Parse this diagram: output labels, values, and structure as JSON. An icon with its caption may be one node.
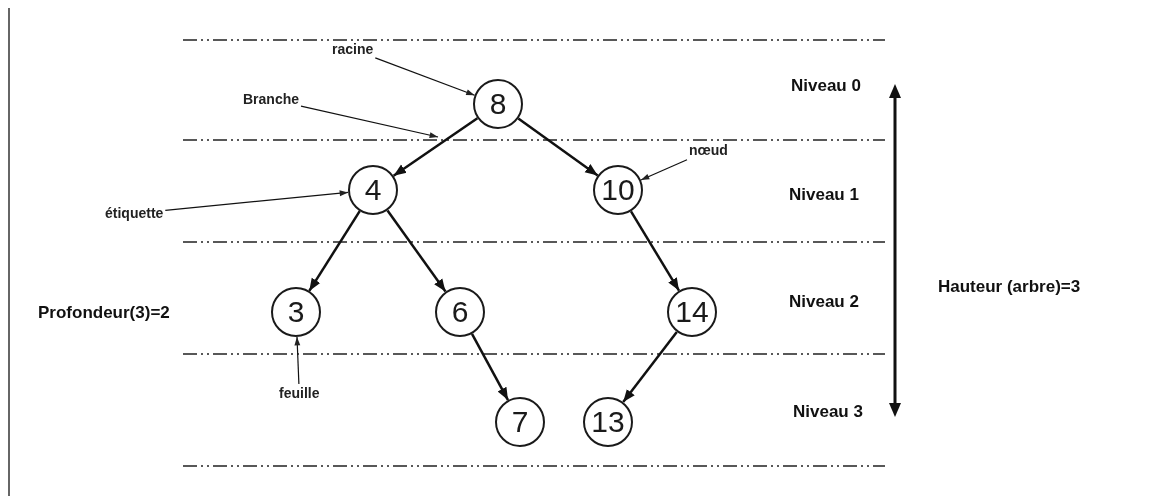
{
  "diagram": {
    "nodes": [
      {
        "text": [
          "8"
        ]
      },
      {
        "text": [
          "4"
        ]
      },
      {
        "text": [
          "10"
        ]
      },
      {
        "text": [
          "3"
        ]
      },
      {
        "text": [
          "6"
        ]
      },
      {
        "text": [
          "14"
        ]
      },
      {
        "text": [
          "7"
        ]
      },
      {
        "text": [
          "13"
        ]
      },
      {
        "text": [
          "racine"
        ]
      },
      {
        "text": [
          "Branche"
        ]
      },
      {
        "text": [
          "nœud"
        ]
      },
      {
        "text": [
          "étiquette"
        ]
      },
      {
        "text": [
          "feuille"
        ]
      }
    ],
    "edges": [
      {
        "from": 0,
        "to": 1,
        "arrow": "to"
      },
      {
        "from": 0,
        "to": 2,
        "arrow": "to"
      },
      {
        "from": 1,
        "to": 3,
        "arrow": "to"
      },
      {
        "from": 1,
        "to": 4,
        "arrow": "to"
      },
      {
        "from": 2,
        "to": 5,
        "arrow": "to"
      },
      {
        "from": 4,
        "to": 6,
        "arrow": "to"
      },
      {
        "from": 5,
        "to": 7,
        "arrow": "to"
      },
      {
        "from": 8,
        "to": 0,
        "arrow": "to"
      },
      {
        "from": 9,
        "to": null,
        "arrow": "to"
      },
      {
        "from": 10,
        "to": 2,
        "arrow": "to"
      },
      {
        "from": 11,
        "to": 1,
        "arrow": "to"
      },
      {
        "from": 12,
        "to": 3,
        "arrow": "to"
      }
    ],
    "labels": [
      "Niveau 0",
      "Niveau 1",
      "Niveau 2",
      "Profondeur(3)=2",
      "Hauteur (arbre)=3",
      "Niveau 3"
    ]
  }
}
